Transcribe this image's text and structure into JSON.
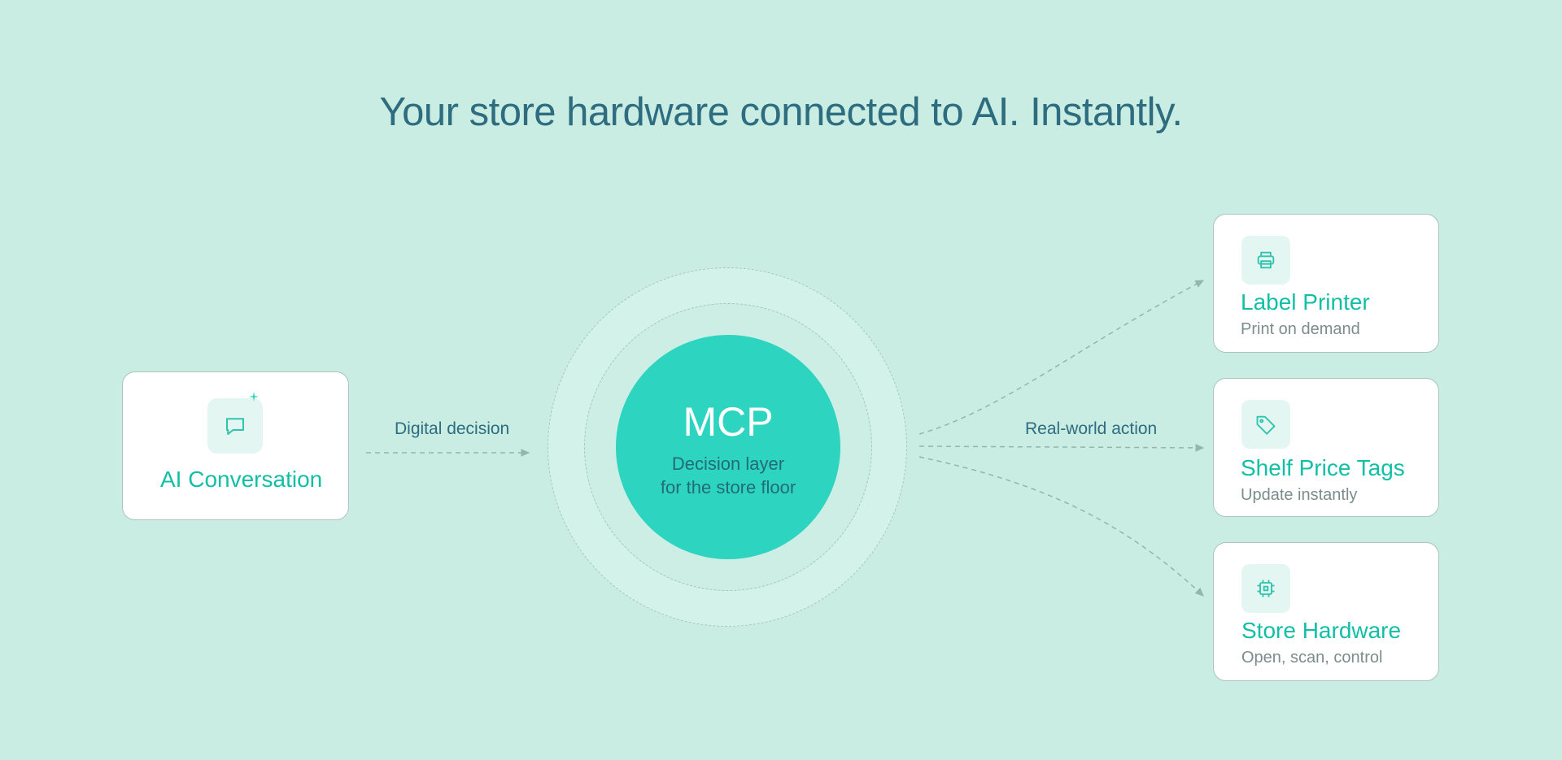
{
  "headline": "Your store hardware connected to AI. Instantly.",
  "source": {
    "title": "AI Conversation",
    "icon": "chat-bubble-icon"
  },
  "flows": {
    "input_label": "Digital decision",
    "output_label": "Real-world action"
  },
  "hub": {
    "title": "MCP",
    "subtitle_line1": "Decision layer",
    "subtitle_line2": "for the store floor"
  },
  "targets": [
    {
      "title": "Label Printer",
      "subtitle": "Print on demand",
      "icon": "printer-icon"
    },
    {
      "title": "Shelf Price Tags",
      "subtitle": "Update instantly",
      "icon": "price-tag-icon"
    },
    {
      "title": "Store Hardware",
      "subtitle": "Open, scan, control",
      "icon": "chip-icon"
    }
  ],
  "colors": {
    "background": "#c9ece3",
    "accent": "#2dd4bf",
    "accent_text": "#12bfa6",
    "heading": "#2e6c80",
    "muted": "#7b8d8b"
  }
}
